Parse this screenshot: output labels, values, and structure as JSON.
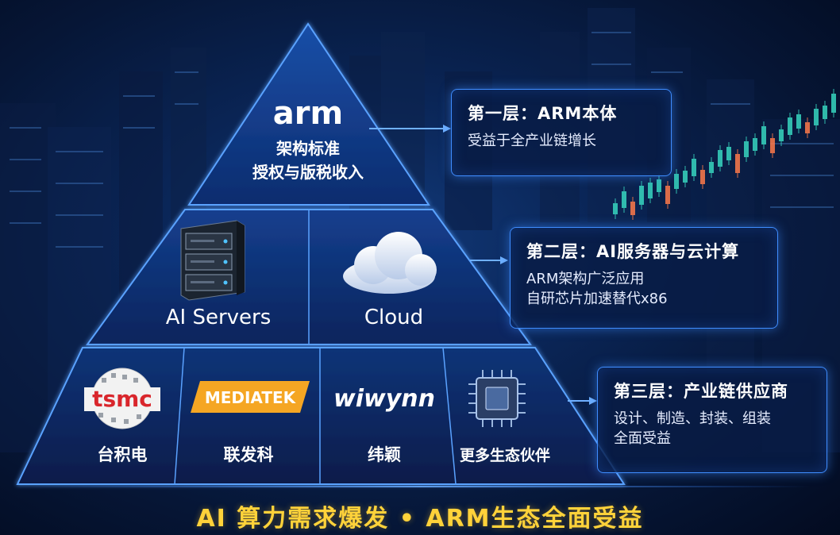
{
  "colors": {
    "accent_blue": "#3f8dff",
    "footer_gold": "#ffd23a",
    "mediatek_orange": "#f5a623",
    "tsmc_red": "#d9262c"
  },
  "pyramid": {
    "top": {
      "logo": "arm",
      "line1": "架构标准",
      "line2": "授权与版税收入"
    },
    "middle": {
      "servers_icon": "server-rack-icon",
      "servers_label": "AI Servers",
      "cloud_icon": "cloud-icon",
      "cloud_label": "Cloud"
    },
    "bottom": {
      "tsmc_logo": "tsmc",
      "tsmc_label": "台积电",
      "mediatek_logo": "MEDIATEK",
      "mediatek_label": "联发科",
      "wiwynn_logo": "wiwynn",
      "wiwynn_label": "纬颖",
      "chip_icon": "chip-icon",
      "partners_label": "更多生态伙伴"
    }
  },
  "callouts": {
    "layer1": {
      "title": "第一层：ARM本体",
      "lines": [
        "受益于全产业链增长"
      ]
    },
    "layer2": {
      "title": "第二层：AI服务器与云计算",
      "lines": [
        "ARM架构广泛应用",
        "自研芯片加速替代x86"
      ]
    },
    "layer3": {
      "title": "第三层：产业链供应商",
      "lines": [
        "设计、制造、封装、组装",
        "全面受益"
      ]
    }
  },
  "footer": "AI 算力需求爆发  •  ARM生态全面受益"
}
